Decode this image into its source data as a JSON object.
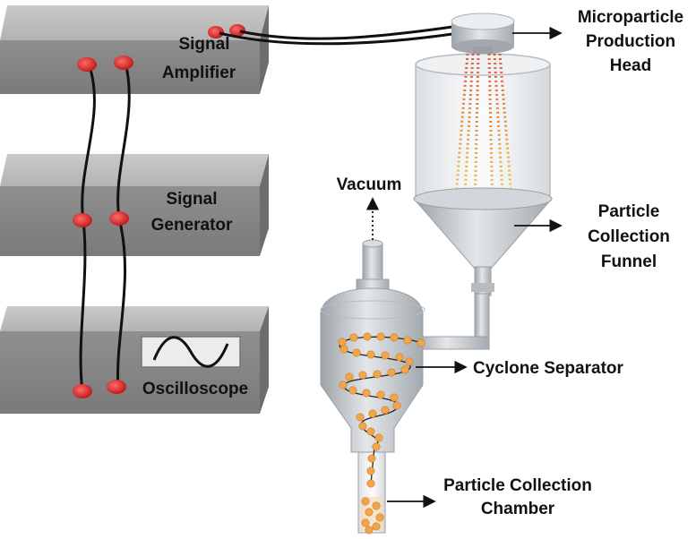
{
  "devices": {
    "amplifier": {
      "line1": "Signal",
      "line2": "Amplifier"
    },
    "generator": {
      "line1": "Signal",
      "line2": "Generator"
    },
    "oscilloscope": {
      "label": "Oscilloscope"
    }
  },
  "labels": {
    "head": {
      "line1": "Microparticle",
      "line2": "Production",
      "line3": "Head"
    },
    "funnel": {
      "line1": "Particle",
      "line2": "Collection",
      "line3": "Funnel"
    },
    "vacuum": "Vacuum",
    "cyclone": "Cyclone Separator",
    "chamber": {
      "line1": "Particle Collection",
      "line2": "Chamber"
    }
  },
  "colors": {
    "box_front": "#9a9a9a",
    "box_top": "#c4c4c4",
    "connector": "#e02020",
    "particle": "#f2a64a",
    "stream_top": "#e05a3a",
    "stream_bottom": "#f2d24a"
  }
}
